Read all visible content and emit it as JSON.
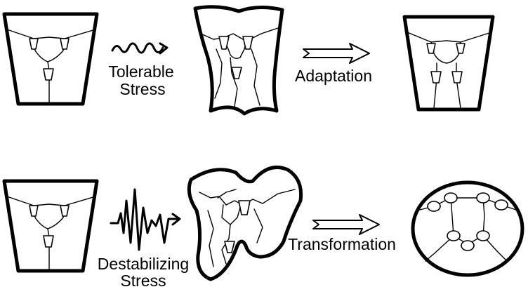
{
  "row1": {
    "stress_label": [
      "Tolerable",
      "Stress"
    ],
    "outcome_label": "Adaptation"
  },
  "row2": {
    "stress_label": [
      "Destabilizing",
      "Stress"
    ],
    "outcome_label": "Transformation"
  }
}
